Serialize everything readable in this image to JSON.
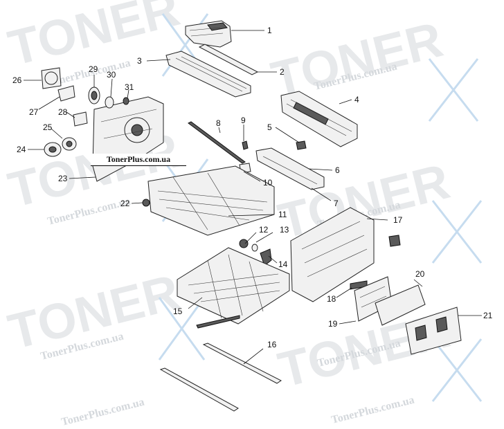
{
  "watermark": {
    "brand": "TONER",
    "url": "TonerPlus.com.ua",
    "accent_color": "#a8c8e8"
  },
  "source_label": "TonerPlus.com.ua",
  "callouts": [
    "1",
    "2",
    "3",
    "4",
    "5",
    "6",
    "7",
    "8",
    "9",
    "10",
    "11",
    "12",
    "13",
    "14",
    "15",
    "16",
    "17",
    "18",
    "19",
    "20",
    "21",
    "22",
    "23",
    "24",
    "25",
    "26",
    "27",
    "28",
    "29",
    "30",
    "31"
  ]
}
